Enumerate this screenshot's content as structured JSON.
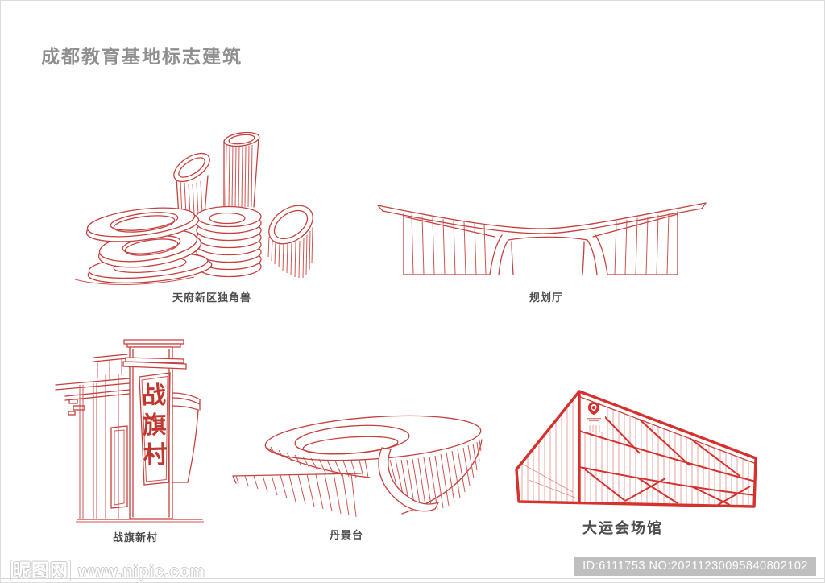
{
  "page": {
    "title": "成都教育基地标志建筑"
  },
  "buildings": [
    {
      "name": "tianfu-unicorn",
      "label": "天府新区独角兽"
    },
    {
      "name": "planning-hall",
      "label": "规划厅"
    },
    {
      "name": "zhanqi-new-village",
      "label": "战旗新村",
      "sign_calligraphy": [
        "战",
        "旗",
        "村"
      ]
    },
    {
      "name": "danjingtai",
      "label": "丹景台"
    },
    {
      "name": "universiade-venues",
      "label": "大运会场馆"
    }
  ],
  "watermark": {
    "site_name": "昵图网",
    "site_url": "www.nipic.com",
    "id_badge": "ID:6111753 NO:20211230095840802102"
  },
  "colors": {
    "line_red": "#c5413f",
    "bold_red": "#d5312d",
    "calligraphy_red": "#bf372e",
    "title_gray": "#8f8f8f",
    "label_gray": "#4d4d4d",
    "badge_bg": "#bfbfbf",
    "badge_text": "#ffffff"
  }
}
